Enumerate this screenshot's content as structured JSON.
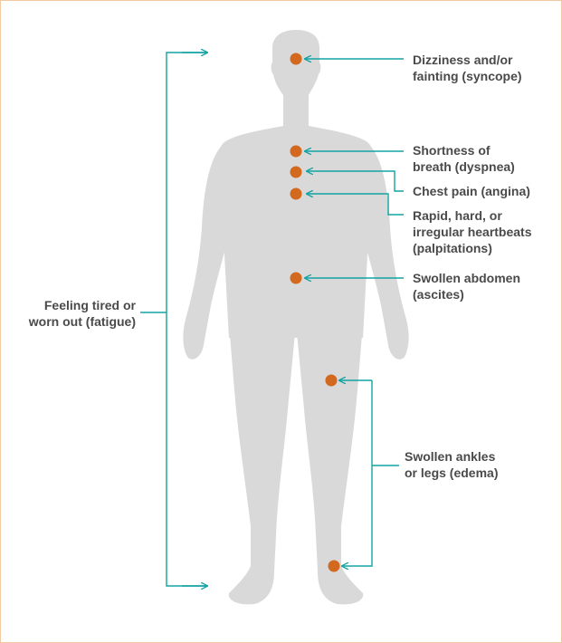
{
  "colors": {
    "body_silhouette": "#d9d9d9",
    "marker": "#d2691e",
    "connector": "#13a3a3",
    "label_text": "#4a4a4a",
    "frame_border": "#f0c9a3"
  },
  "labels": {
    "syncope": "Dizziness and/or\nfainting (syncope)",
    "dyspnea": "Shortness of\nbreath (dyspnea)",
    "angina": "Chest pain (angina)",
    "palpitations": "Rapid, hard, or\nirregular heartbeats\n(palpitations)",
    "ascites": "Swollen abdomen\n(ascites)",
    "edema": "Swollen ankles\nor legs (edema)",
    "fatigue": "Feeling tired or\nworn out (fatigue)"
  }
}
